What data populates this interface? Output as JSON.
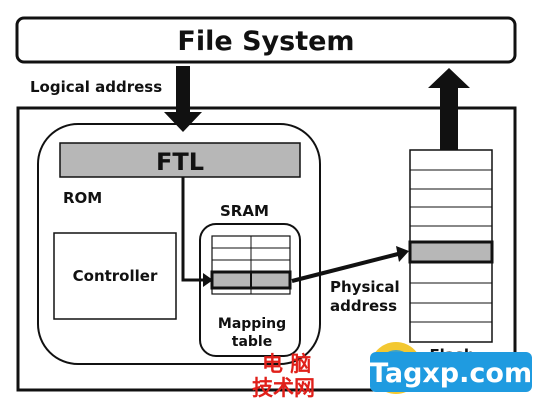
{
  "labels": {
    "file_system": "File System",
    "logical_address": "Logical address",
    "ftl": "FTL",
    "rom": "ROM",
    "sram": "SRAM",
    "controller": "Controller",
    "mapping_table_line1": "Mapping",
    "mapping_table_line2": "table",
    "physical_address_line1": "Physical",
    "physical_address_line2": "address",
    "flash": "Flash"
  },
  "watermark": {
    "chinese_line1": "电 脑",
    "chinese_line2": "技术网",
    "site": "Tagxp.com"
  },
  "colors": {
    "line": "#111111",
    "block_fill": "#b7b7b7",
    "watermark_red": "#e0201a",
    "watermark_blue": "#1f9be0",
    "watermark_yellow": "#f2c21b"
  }
}
